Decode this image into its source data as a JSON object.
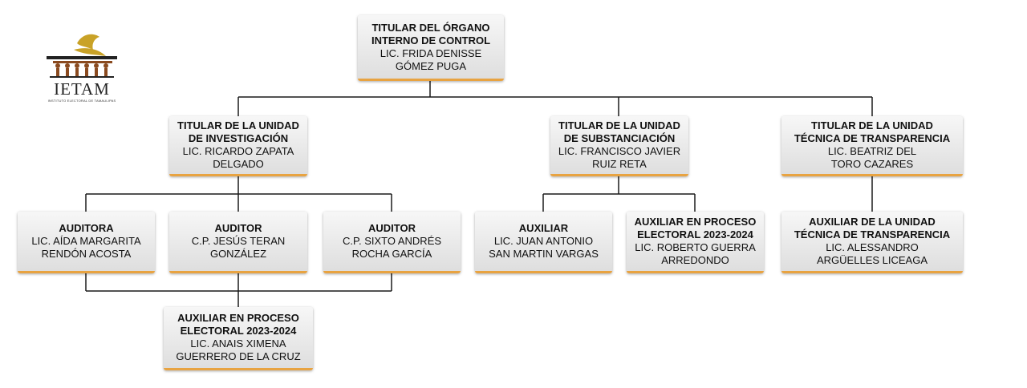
{
  "logo": {
    "name": "IETAM",
    "subtitle": "INSTITUTO ELECTORAL DE TAMAULIPAS",
    "colors": {
      "gold": "#c9a227",
      "brown": "#8a4a1f",
      "dark": "#222222"
    }
  },
  "accent_color": "#e8a341",
  "line_color": "#1a1a1a",
  "boxes": {
    "titular": {
      "title": "TITULAR DEL ÓRGANO\nINTERNO DE CONTROL",
      "name": "LIC. FRIDA DENISSE\nGÓMEZ PUGA"
    },
    "investigacion": {
      "title": "TITULAR DE LA UNIDAD\nDE INVESTIGACIÓN",
      "name": "LIC. RICARDO ZAPATA\nDELGADO"
    },
    "substanciacion": {
      "title": "TITULAR DE LA UNIDAD\nDE SUBSTANCIACIÓN",
      "name": "LIC. FRANCISCO JAVIER\nRUIZ RETA"
    },
    "transparencia": {
      "title": "TITULAR DE LA UNIDAD\nTÉCNICA DE TRANSPARENCIA",
      "name": "LIC. BEATRIZ DEL\nTORO CAZARES"
    },
    "auditora": {
      "title": "AUDITORA",
      "name": "LIC. AÍDA MARGARITA\nRENDÓN ACOSTA"
    },
    "auditor1": {
      "title": "AUDITOR",
      "name": "C.P. JESÚS TERAN\nGONZÁLEZ"
    },
    "auditor2": {
      "title": "AUDITOR",
      "name": "C.P. SIXTO ANDRÉS\nROCHA GARCÍA"
    },
    "aux_inv": {
      "title": "AUXILIAR EN PROCESO\nELECTORAL 2023-2024",
      "name": "LIC. ANAIS XIMENA\nGUERRERO DE LA CRUZ"
    },
    "auxiliar": {
      "title": "AUXILIAR",
      "name": "LIC. JUAN ANTONIO\nSAN MARTIN VARGAS"
    },
    "aux_sub": {
      "title": "AUXILIAR EN PROCESO\nELECTORAL 2023-2024",
      "name": "LIC. ROBERTO GUERRA\nARREDONDO"
    },
    "aux_trans": {
      "title": "AUXILIAR DE LA UNIDAD\nTÉCNICA DE TRANSPARENCIA",
      "name": "LIC. ALESSANDRO\nARGÜELLES LICEAGA"
    }
  }
}
